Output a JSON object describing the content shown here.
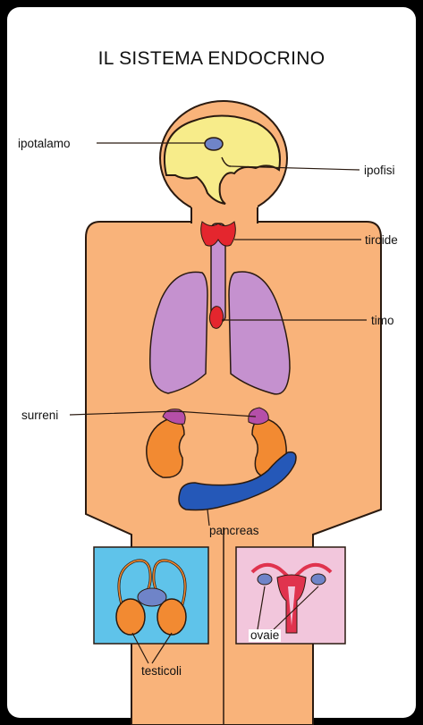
{
  "title": "IL SISTEMA ENDOCRINO",
  "labels": {
    "ipotalamo": "ipotalamo",
    "ipofisi": "ipofisi",
    "tiroide": "tiroide",
    "timo": "timo",
    "surreni": "surreni",
    "pancreas": "pancreas",
    "testicoli": "testicoli",
    "ovaie": "ovaie"
  },
  "colors": {
    "body": "#f9b37a",
    "outline": "#2a1a10",
    "brain": "#f7ec8a",
    "hypothalamus": "#6f84c8",
    "thyroid": "#e4262e",
    "lungs": "#c591cf",
    "adrenal": "#b54fa8",
    "kidney": "#f28a32",
    "pancreas": "#2558b8",
    "male_panel": "#5fc3ea",
    "female_panel": "#f2c6dc",
    "uterus": "#e0334e"
  }
}
